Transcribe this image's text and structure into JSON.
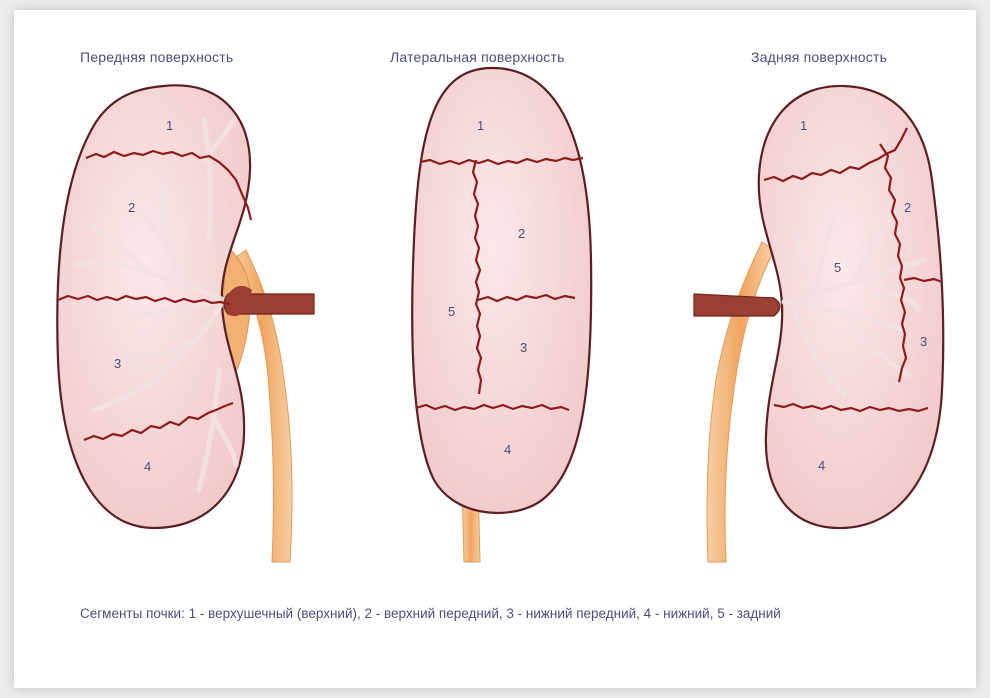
{
  "views": [
    {
      "title": "Передняя поверхность",
      "segments": [
        "1",
        "2",
        "3",
        "4"
      ]
    },
    {
      "title": "Латеральная поверхность",
      "segments": [
        "1",
        "2",
        "5",
        "3",
        "4"
      ]
    },
    {
      "title": "Задняя поверхность",
      "segments": [
        "1",
        "2",
        "5",
        "3",
        "4"
      ]
    }
  ],
  "caption": "Сегменты почки: 1 - верхушечный (верхний), 2 - верхний передний, 3 - нижний передний, 4 - нижний, 5 - задний",
  "colors": {
    "kidney_fill": "#f6d9da",
    "kidney_outline": "#5a1f22",
    "boundary": "#8e1b1b",
    "vessel": "#9b3f35",
    "ureter": "#f3b57a",
    "label": "#4a4f7a"
  }
}
